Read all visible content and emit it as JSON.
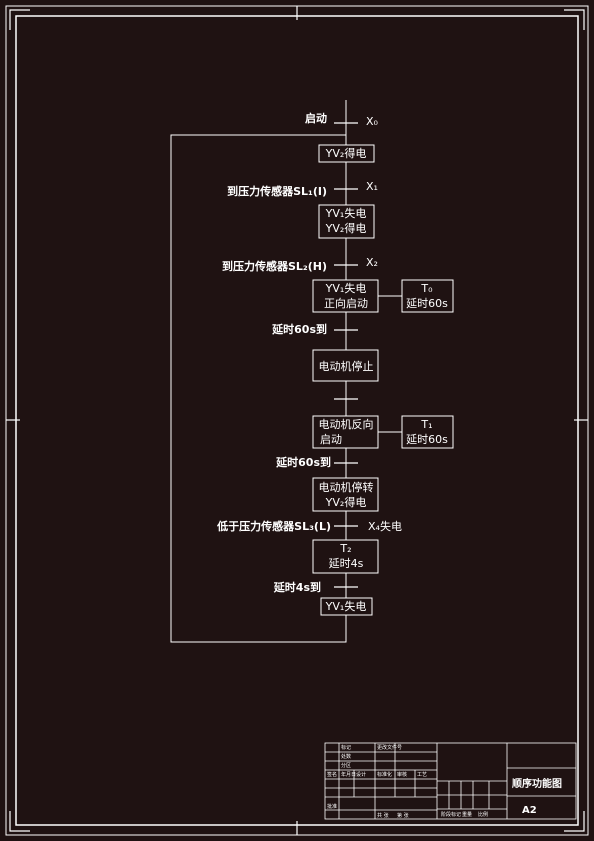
{
  "diagram": {
    "initial_step": "YV₂得电",
    "steps": [
      {
        "id": "s1",
        "lines": [
          "YV₁失电",
          "YV₂得电"
        ]
      },
      {
        "id": "s2",
        "lines": [
          "YV₁失电",
          "正向启动"
        ],
        "timer": [
          "T₀",
          "延时60s"
        ]
      },
      {
        "id": "s3",
        "lines": [
          "电动机停止"
        ]
      },
      {
        "id": "s4",
        "lines": [
          "电动机反向",
          "启动"
        ],
        "timer": [
          "T₁",
          "延时60s"
        ]
      },
      {
        "id": "s5",
        "lines": [
          "电动机停转",
          "YV₂得电"
        ]
      },
      {
        "id": "s6",
        "lines": [
          "T₂",
          "延时4s"
        ]
      },
      {
        "id": "s7",
        "lines": [
          "YV₁失电"
        ]
      }
    ],
    "transitions": [
      {
        "id": "t0",
        "condition": "启动",
        "input": "X₀"
      },
      {
        "id": "t1",
        "condition": "到压力传感器SL₁(I)",
        "input": "X₁"
      },
      {
        "id": "t2",
        "condition": "到压力传感器SL₂(H)",
        "input": "X₂"
      },
      {
        "id": "t3",
        "condition": "延时60s到",
        "input": ""
      },
      {
        "id": "t4",
        "condition": "",
        "input": ""
      },
      {
        "id": "t5",
        "condition": "延时60s到",
        "input": ""
      },
      {
        "id": "t6",
        "condition": "低于压力传感器SL₃(L)",
        "input": "X₄失电"
      },
      {
        "id": "t7",
        "condition": "延时4s到",
        "input": ""
      }
    ]
  },
  "title_block": {
    "drawing_title": "顺序功能图",
    "sheet_size": "A2",
    "cells": [
      "标记",
      "处数",
      "分区",
      "更改文件号",
      "签名",
      "年月日",
      "设计",
      "标准化",
      "审核",
      "工艺",
      "批准",
      "阶段标记",
      "重量",
      "比例",
      "共 张",
      "第 张"
    ]
  }
}
